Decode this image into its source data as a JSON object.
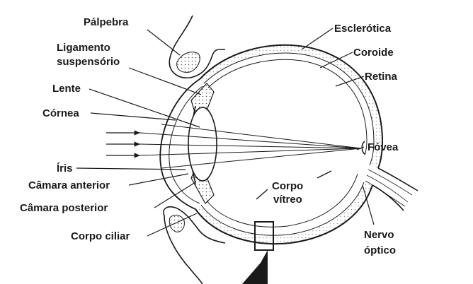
{
  "labels": {
    "palpebra": "Pálpebra",
    "ligamento_1": "Ligamento",
    "ligamento_2": "suspensório",
    "lente": "Lente",
    "cornea": "Córnea",
    "iris": "Íris",
    "camara_anterior": "Câmara anterior",
    "camara_posterior": "Câmara posterior",
    "corpo_ciliar": "Corpo ciliar",
    "esclerotica": "Esclerótica",
    "coroide": "Coroide",
    "retina": "Retina",
    "fovea": "Fóvea",
    "corpo_vitreo_1": "Corpo",
    "corpo_vitreo_2": "vítreo",
    "nervo_optico_1": "Nervo",
    "nervo_optico_2": "óptico"
  },
  "colors": {
    "ink": "#1a1a1a",
    "background": "#ffffff",
    "stipple": "#cfcfcf"
  }
}
